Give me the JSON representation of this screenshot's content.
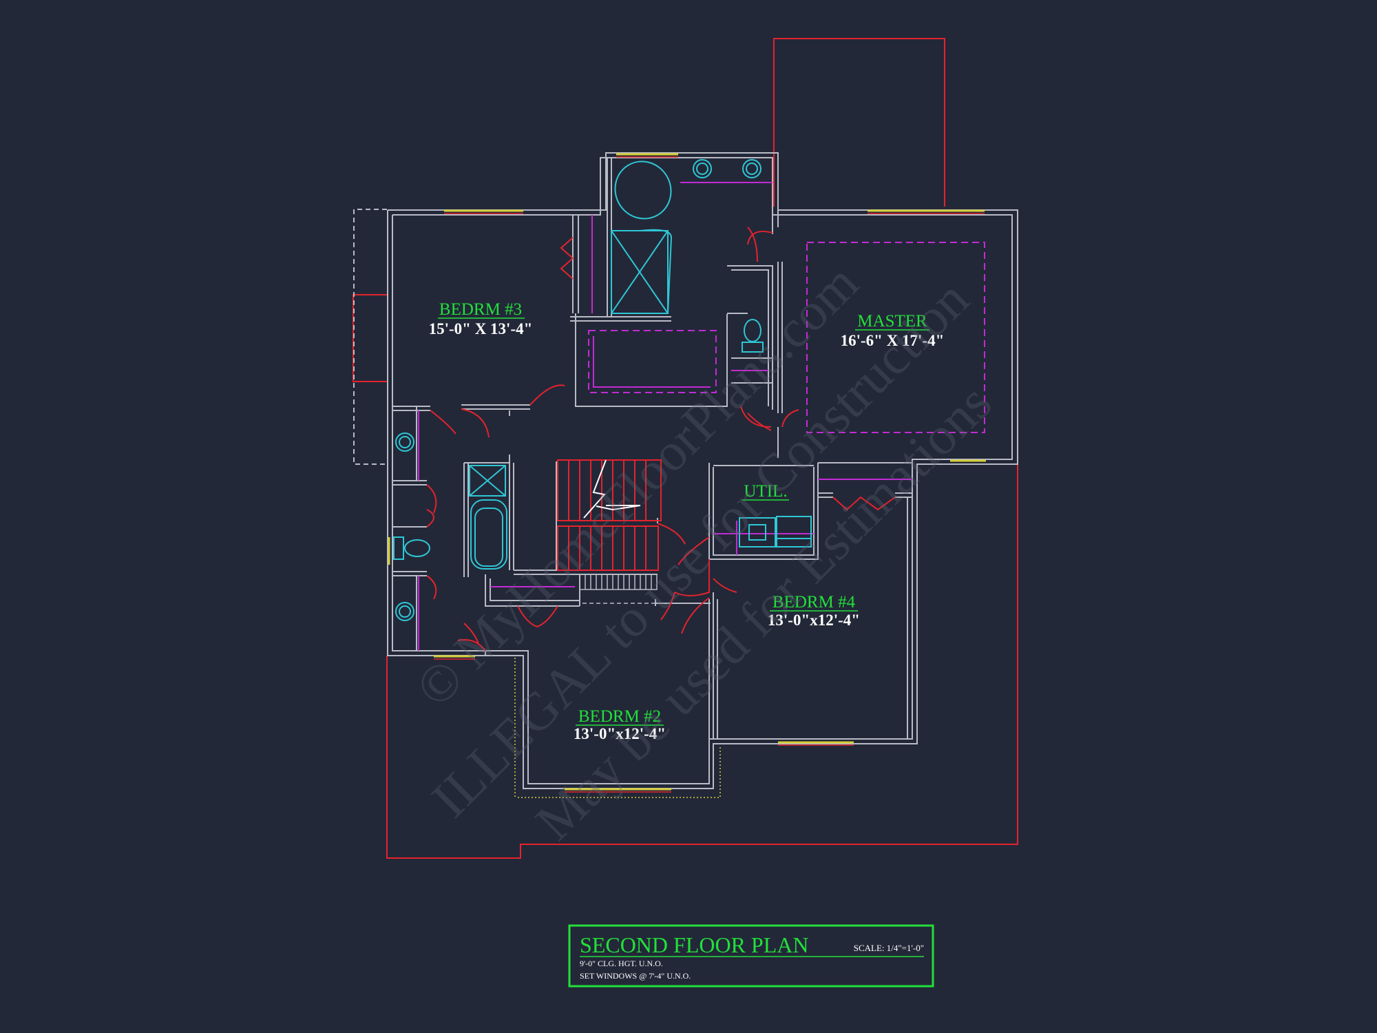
{
  "plan": {
    "colors": {
      "background": "#232838",
      "wall": "#b9bcc6",
      "door": "#e4232d",
      "fixture": "#2ec7d6",
      "cabinet": "#c22bd6",
      "window": "#d6cf3a",
      "label": "#22e03a"
    },
    "rooms": [
      {
        "id": "bedrm3",
        "name": "BEDRM #3",
        "dims": "15'-0\" X 13'-4\""
      },
      {
        "id": "master",
        "name": "MASTER",
        "dims": "16'-6\" X 17'-4\""
      },
      {
        "id": "util",
        "name": "UTIL.",
        "dims": ""
      },
      {
        "id": "bedrm4",
        "name": "BEDRM #4",
        "dims": "13'-0\"x12'-4\""
      },
      {
        "id": "bedrm2",
        "name": "BEDRM #2",
        "dims": "13'-0\"x12'-4\""
      }
    ],
    "watermark": {
      "line1": "© MyHomeFloorPlans.com",
      "line2": "ILLEGAL to use for Construction",
      "line3": "May be used for Estimations"
    },
    "title_block": {
      "title": "SECOND FLOOR PLAN",
      "scale": "SCALE: 1/4\"=1'-0\"",
      "note1": "9'-0\" CLG. HGT. U.N.O.",
      "note2": "SET WINDOWS @ 7'-4\" U.N.O."
    }
  }
}
